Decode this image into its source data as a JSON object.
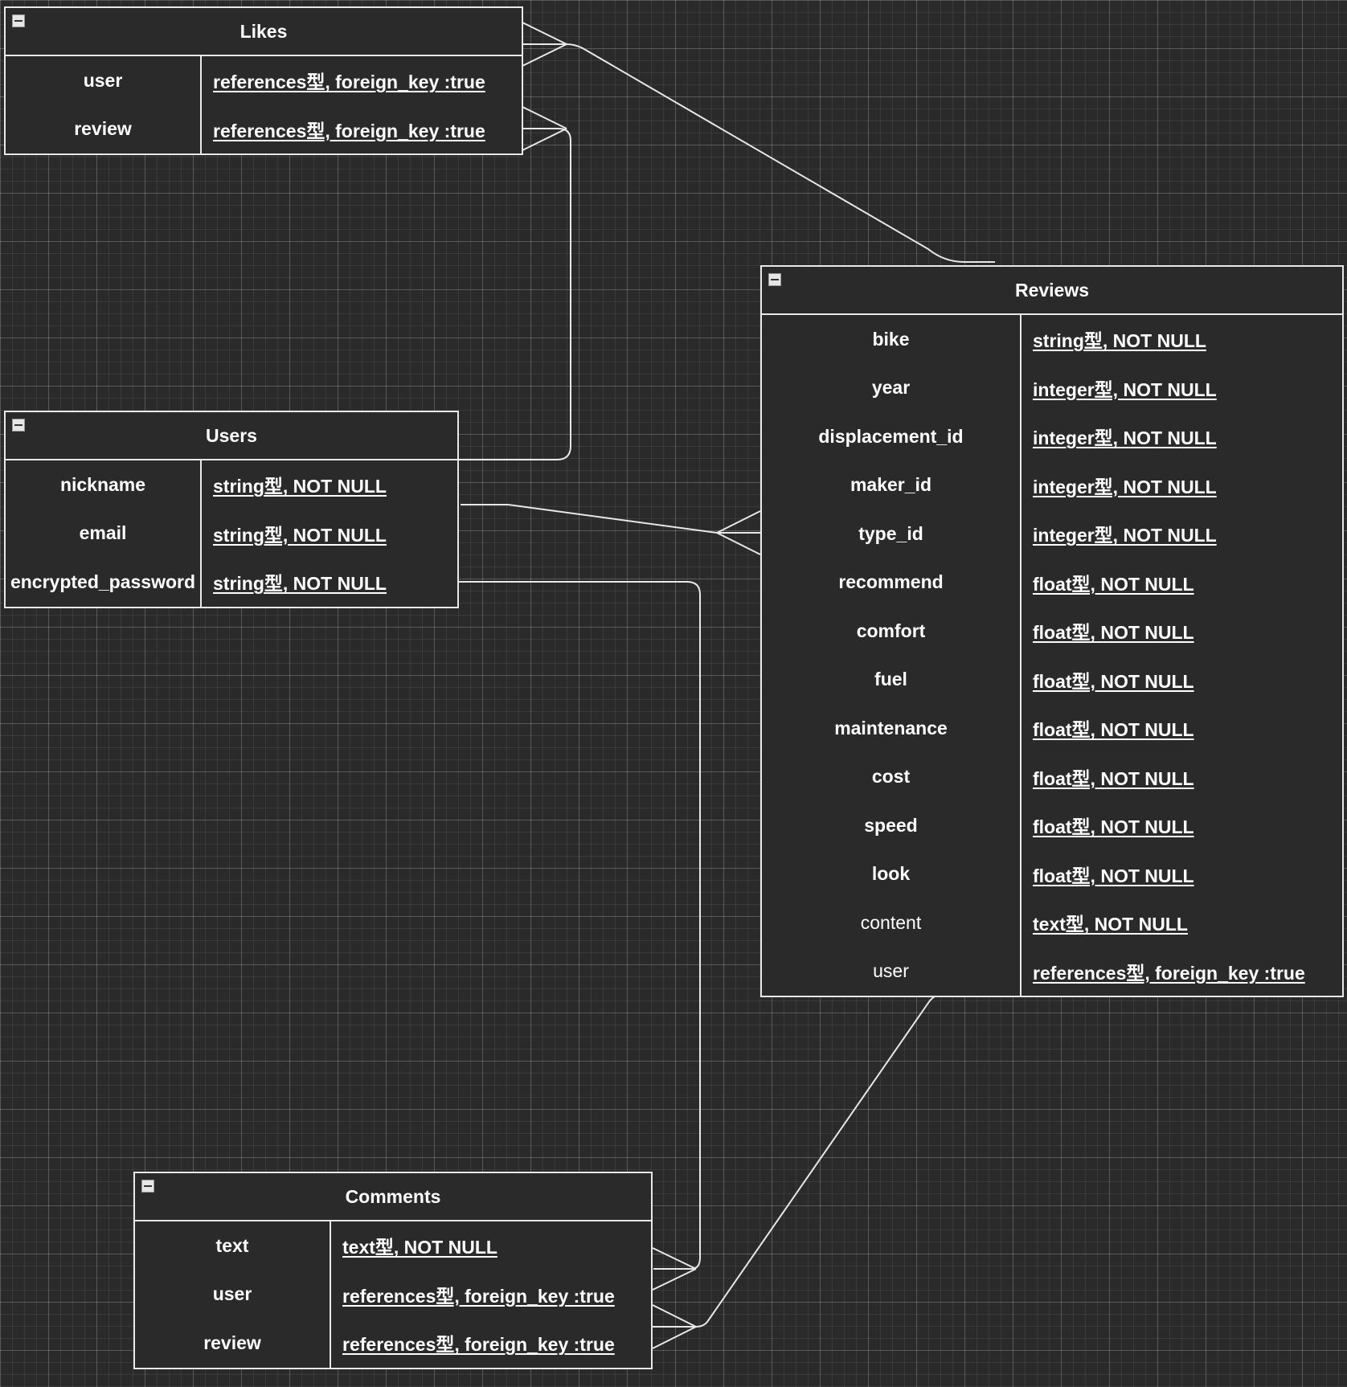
{
  "tables": {
    "likes": {
      "title": "Likes",
      "rows": [
        {
          "name": "user",
          "type": "references型, foreign_key :true"
        },
        {
          "name": "review",
          "type": "references型, foreign_key :true"
        }
      ]
    },
    "users": {
      "title": "Users",
      "rows": [
        {
          "name": "nickname",
          "type": "string型, NOT NULL"
        },
        {
          "name": "email",
          "type": "string型, NOT NULL"
        },
        {
          "name": "encrypted_password",
          "type": "string型, NOT NULL"
        }
      ]
    },
    "reviews": {
      "title": "Reviews",
      "rows": [
        {
          "name": "bike",
          "type": "string型, NOT NULL"
        },
        {
          "name": "year",
          "type": "integer型, NOT NULL"
        },
        {
          "name": "displacement_id",
          "type": "integer型, NOT NULL"
        },
        {
          "name": "maker_id",
          "type": "integer型, NOT NULL"
        },
        {
          "name": "type_id",
          "type": "integer型, NOT NULL"
        },
        {
          "name": "recommend",
          "type": "float型, NOT NULL"
        },
        {
          "name": "comfort",
          "type": "float型, NOT NULL"
        },
        {
          "name": "fuel",
          "type": "float型, NOT NULL"
        },
        {
          "name": "maintenance",
          "type": "float型, NOT NULL"
        },
        {
          "name": "cost",
          "type": "float型, NOT NULL"
        },
        {
          "name": "speed",
          "type": "float型, NOT NULL"
        },
        {
          "name": "look",
          "type": "float型, NOT NULL"
        },
        {
          "name": "content",
          "type": "text型, NOT NULL"
        },
        {
          "name": "user",
          "type": "references型, foreign_key :true"
        }
      ]
    },
    "comments": {
      "title": "Comments",
      "rows": [
        {
          "name": "text",
          "type": "text型, NOT NULL"
        },
        {
          "name": "user",
          "type": "references型, foreign_key :true"
        },
        {
          "name": "review",
          "type": "references型, foreign_key :true"
        }
      ]
    }
  },
  "relationships": [
    {
      "from": "Likes",
      "to": "Reviews",
      "cardinality": "many-to-one"
    },
    {
      "from": "Likes",
      "to": "Users",
      "cardinality": "many-to-one"
    },
    {
      "from": "Reviews",
      "to": "Users",
      "cardinality": "many-to-one"
    },
    {
      "from": "Comments",
      "to": "Users",
      "cardinality": "many-to-one"
    },
    {
      "from": "Comments",
      "to": "Reviews",
      "cardinality": "many-to-one"
    }
  ],
  "colors": {
    "background": "#2a2a2a",
    "line": "#e8e8e8",
    "text": "#ffffff"
  },
  "icons": {
    "collapse": "minus-box-icon"
  }
}
